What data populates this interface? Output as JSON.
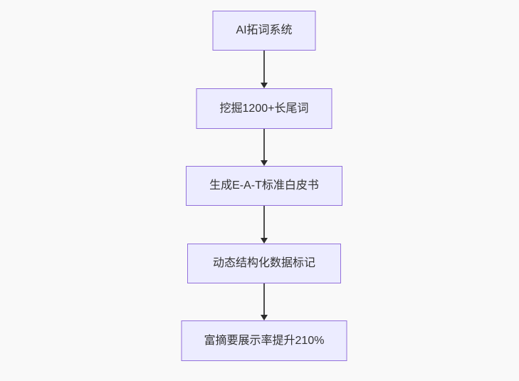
{
  "page": {
    "background_color": "#f9f9f9"
  },
  "flowchart": {
    "type": "vertical-flowchart",
    "node_fill_color": "#ECECFF",
    "node_border_color": "#9370DB",
    "arrow_color": "#333333",
    "nodes": [
      {
        "label": "AI拓词系统"
      },
      {
        "label": "挖掘1200+长尾词"
      },
      {
        "label": "生成E-A-T标准白皮书"
      },
      {
        "label": "动态结构化数据标记"
      },
      {
        "label": "富摘要展示率提升210%"
      }
    ],
    "edges": [
      {
        "from": 0,
        "to": 1
      },
      {
        "from": 1,
        "to": 2
      },
      {
        "from": 2,
        "to": 3
      },
      {
        "from": 3,
        "to": 4
      }
    ]
  }
}
